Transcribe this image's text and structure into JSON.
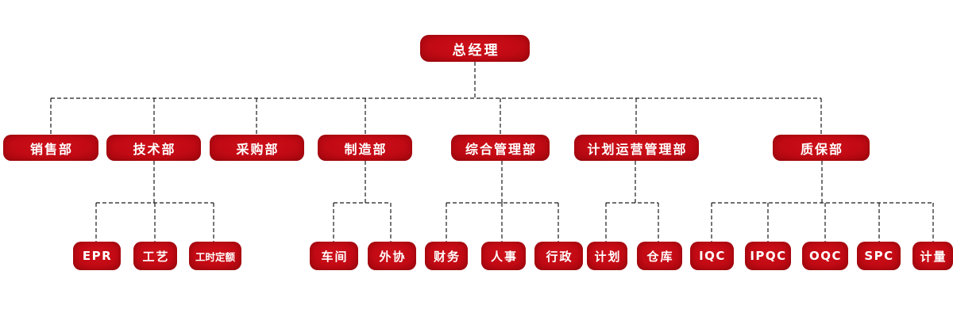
{
  "org": {
    "root": {
      "label": "总经理"
    },
    "departments": [
      {
        "label": "销售部",
        "children": []
      },
      {
        "label": "技术部",
        "children": [
          {
            "label": "EPR"
          },
          {
            "label": "工艺"
          },
          {
            "label": "工时定额"
          }
        ]
      },
      {
        "label": "采购部",
        "children": []
      },
      {
        "label": "制造部",
        "children": [
          {
            "label": "车间"
          },
          {
            "label": "外协"
          }
        ]
      },
      {
        "label": "综合管理部",
        "children": [
          {
            "label": "财务"
          },
          {
            "label": "人事"
          },
          {
            "label": "行政"
          }
        ]
      },
      {
        "label": "计划运营管理部",
        "children": [
          {
            "label": "计划"
          },
          {
            "label": "仓库"
          }
        ]
      },
      {
        "label": "质保部",
        "children": [
          {
            "label": "IQC"
          },
          {
            "label": "IPQC"
          },
          {
            "label": "OQC"
          },
          {
            "label": "SPC"
          },
          {
            "label": "计量"
          }
        ]
      }
    ]
  },
  "colors": {
    "box_red": "#C20A14",
    "box_red_dark": "#A3070F",
    "text_white": "#FFFFFF",
    "connector_black": "#1A1A1A"
  }
}
